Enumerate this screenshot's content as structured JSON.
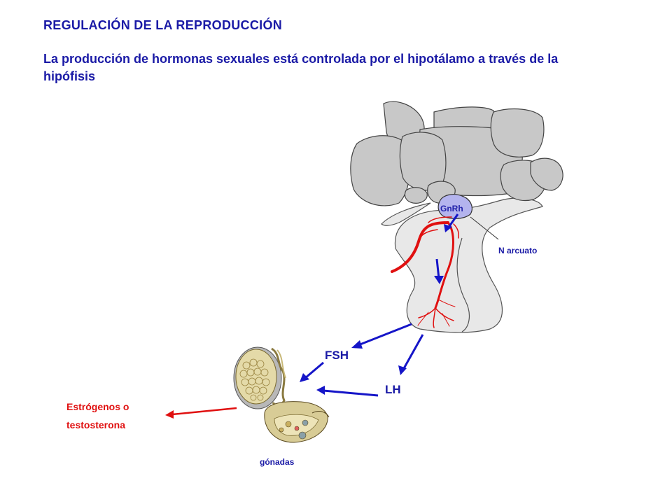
{
  "title": "REGULACIÓN DE LA REPRODUCCIÓN",
  "subtitle": "La producción de hormonas sexuales está controlada por el hipotálamo a través de la hipófisis",
  "labels": {
    "gnrh": "GnRh",
    "n_arcuato": "N arcuato",
    "fsh": "FSH",
    "lh": "LH",
    "estrogenos_line1": "Estrógenos o",
    "estrogenos_line2": "testosterona",
    "gonadas": "gónadas"
  },
  "colors": {
    "title": "#1a1aa6",
    "arrow_blue": "#1515c8",
    "vessel_red": "#e01010",
    "output_red": "#e01010",
    "brain_gray": "#c8c8c8",
    "pituitary_light": "#e8e8e8",
    "gnrh_nucleus": "#b4b4ee",
    "gonad_tan": "#d8cc96"
  }
}
